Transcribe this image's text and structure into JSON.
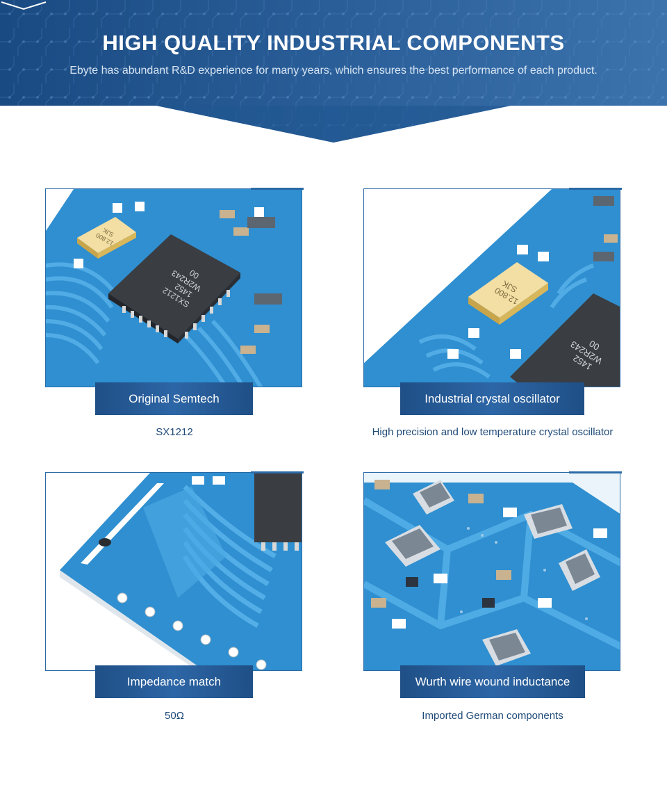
{
  "header": {
    "title": "HIGH QUALITY INDUSTRIAL COMPONENTS",
    "subtitle": "Ebyte has abundant R&D experience for many years, which ensures the best performance of each product."
  },
  "features": [
    {
      "label": "Original Semtech",
      "description": "SX1212",
      "image_text": [
        "SX1212",
        "1452",
        "W2R243",
        "00",
        "SJK",
        "12.800"
      ]
    },
    {
      "label": "Industrial crystal oscillator",
      "description": "High precision and low temperature crystal oscillator",
      "image_text": [
        "SJK",
        "12.800",
        "1452",
        "W2R243",
        "00"
      ]
    },
    {
      "label": "Impedance match",
      "description": "50Ω"
    },
    {
      "label": "Wurth wire wound inductance",
      "description": "Imported German components"
    }
  ],
  "colors": {
    "banner_dark": "#1d4e86",
    "banner_light": "#3a72ad",
    "pcb_blue": "#2f8fd0",
    "pcb_trace": "#4aa8e2",
    "label_bar": "#2a5f9e",
    "text_blue": "#1f4a78"
  },
  "icons": {
    "chevron": "chevron-down-icon"
  }
}
